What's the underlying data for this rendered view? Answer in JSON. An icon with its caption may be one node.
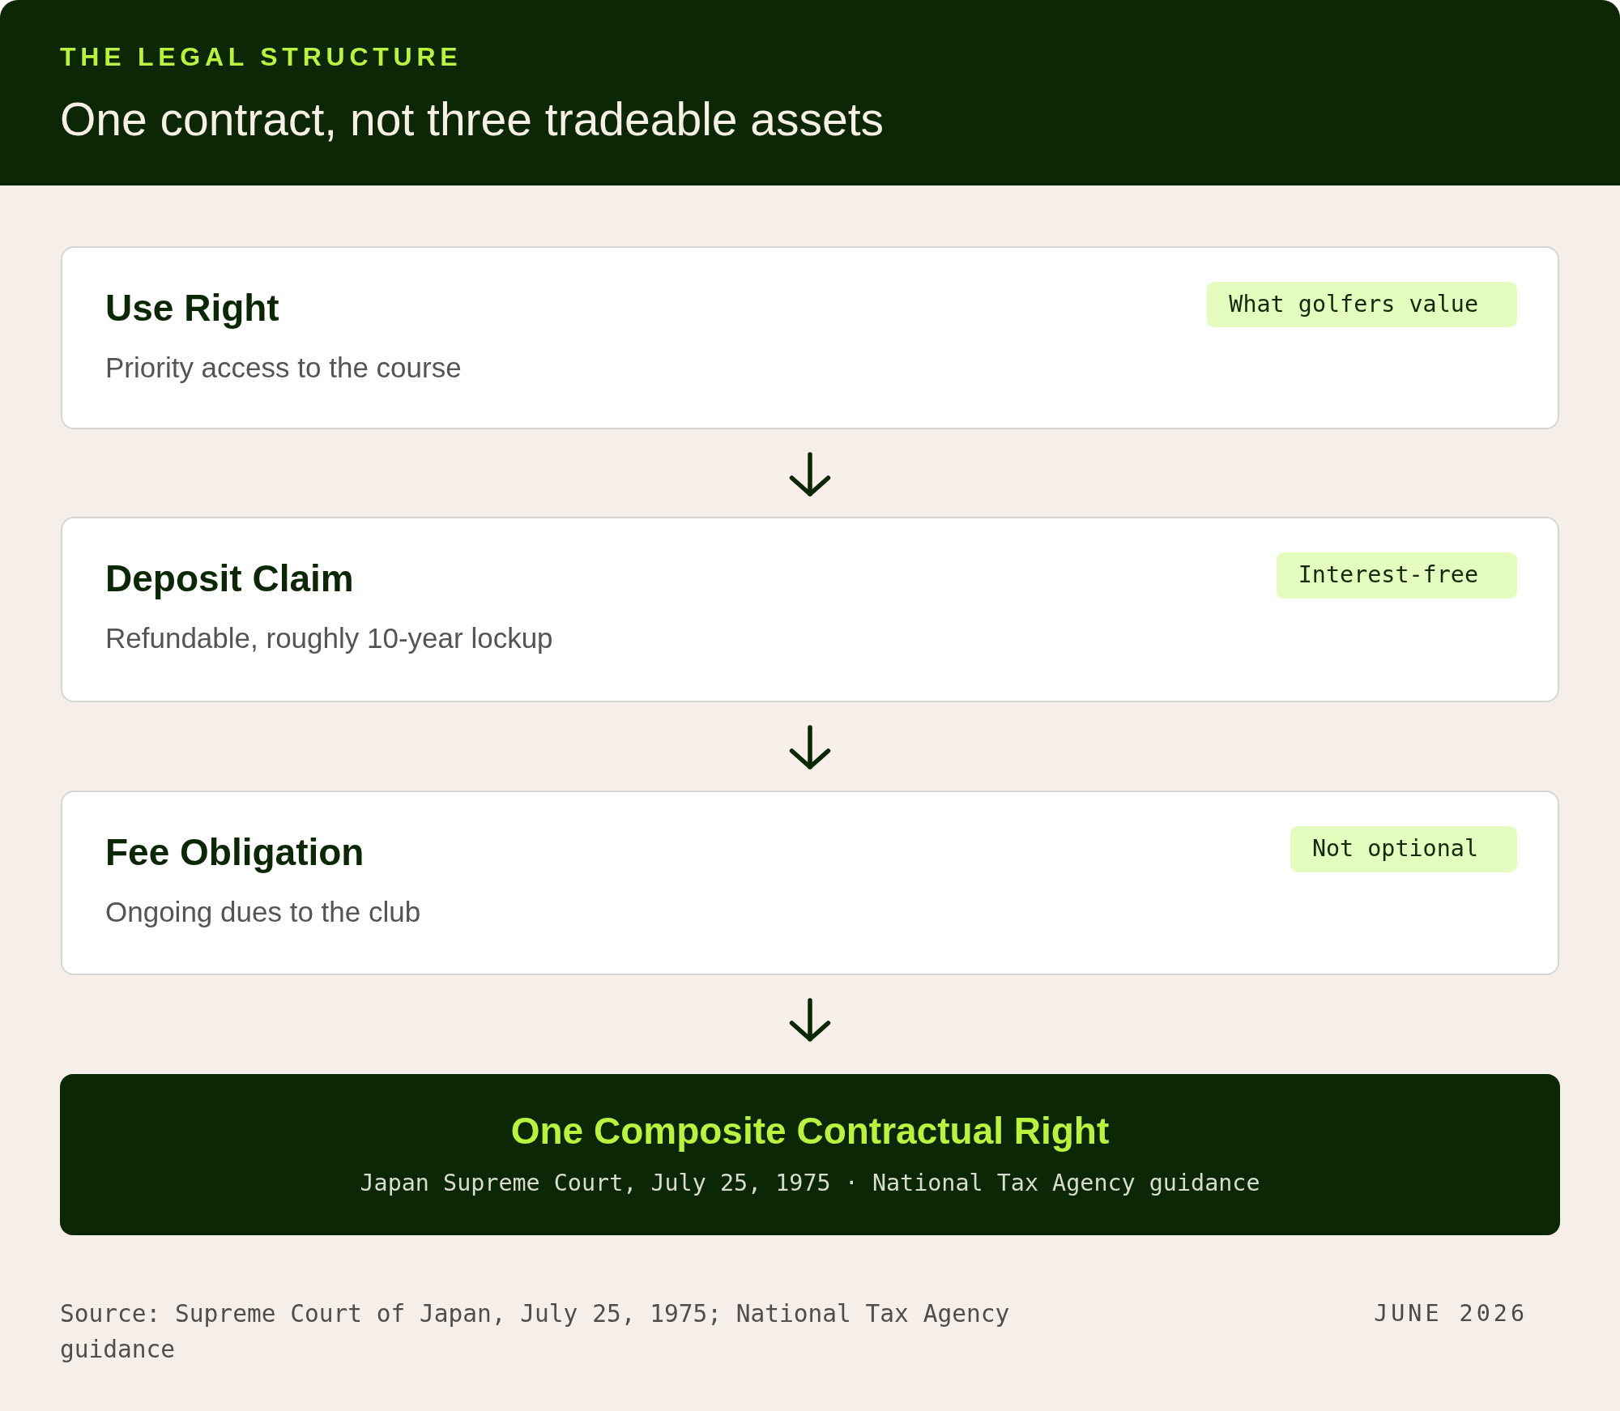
{
  "diagram": {
    "title": "One contract, not three tradeable assets",
    "nodes": [
      {
        "text": [
          "Use Right",
          "Priority access to the course"
        ]
      },
      {
        "text": [
          "What golfers value"
        ],
        "in": 0
      },
      {
        "text": [
          "Deposit Claim",
          "Refundable, roughly 10-year lockup"
        ]
      },
      {
        "text": [
          "Interest-free"
        ],
        "in": 2
      },
      {
        "text": [
          "Fee Obligation",
          "Ongoing dues to the club"
        ]
      },
      {
        "text": [
          "Not optional"
        ],
        "in": 4
      },
      {
        "text": [
          "One Composite Contractual Right",
          "Japan Supreme Court, July 25, 1975 · National Tax Agency guidance"
        ]
      }
    ],
    "edges": [
      {
        "from": 0,
        "to": 2,
        "arrow": "to"
      },
      {
        "from": 2,
        "to": 4,
        "arrow": "to"
      },
      {
        "from": 4,
        "to": 6,
        "arrow": "to"
      }
    ],
    "labels": [
      "THE LEGAL STRUCTURE",
      "Source: Supreme Court of Japan, July 25, 1975; National Tax Agency guidance",
      "JUNE 2026"
    ]
  }
}
